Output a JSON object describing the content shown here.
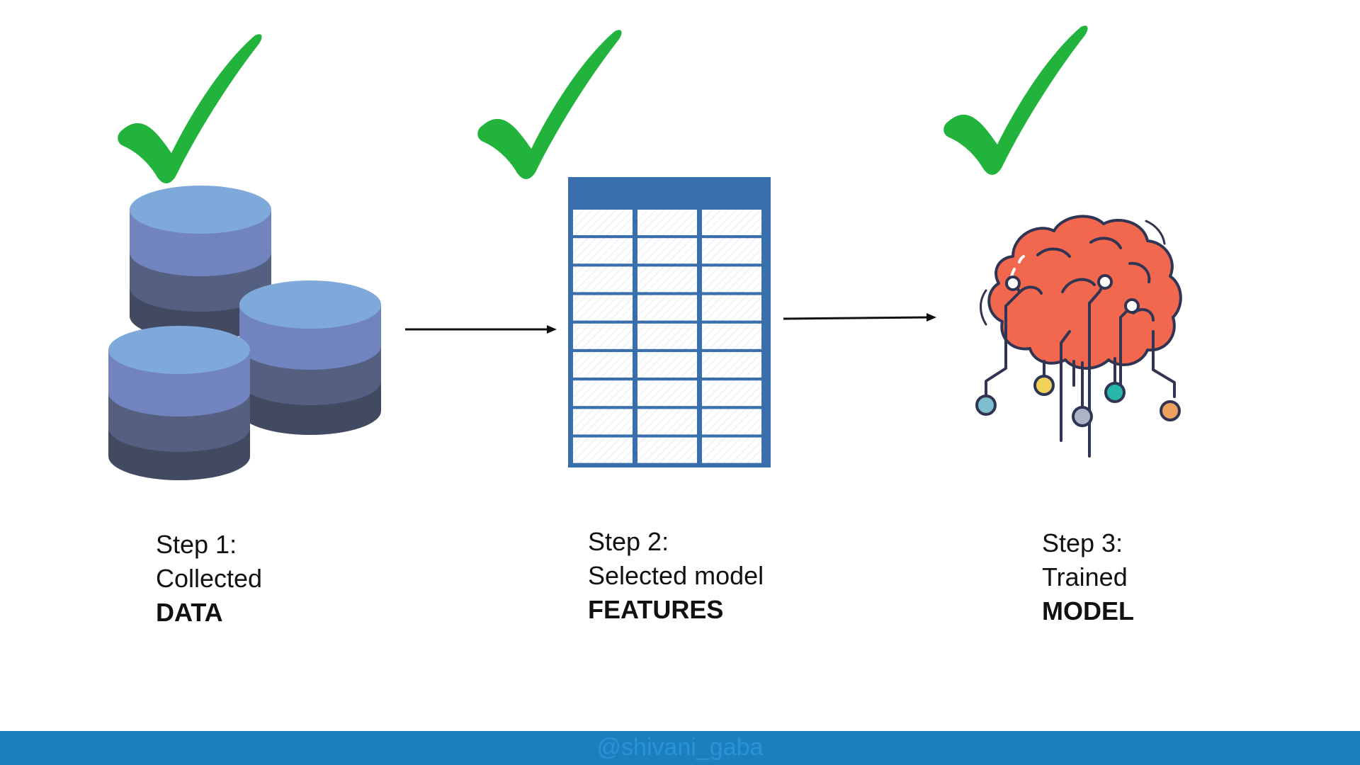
{
  "steps": [
    {
      "line1": "Step 1:",
      "line2": "Collected",
      "line3": "DATA",
      "icon": "database-icon"
    },
    {
      "line1": "Step 2:",
      "line2": "Selected model",
      "line3": "FEATURES",
      "icon": "table-icon"
    },
    {
      "line1": "Step 3:",
      "line2": "Trained",
      "line3": "MODEL",
      "icon": "brain-icon"
    }
  ],
  "footer": {
    "handle": "@shivani_gaba"
  },
  "colors": {
    "check": "#22b33c",
    "db_top": "#7fa9db",
    "db_band1": "#7284c0",
    "db_band2": "#555f80",
    "db_band3": "#424a62",
    "table": "#3a6fad",
    "brain": "#f2684f",
    "footer": "#1a7fbc"
  }
}
